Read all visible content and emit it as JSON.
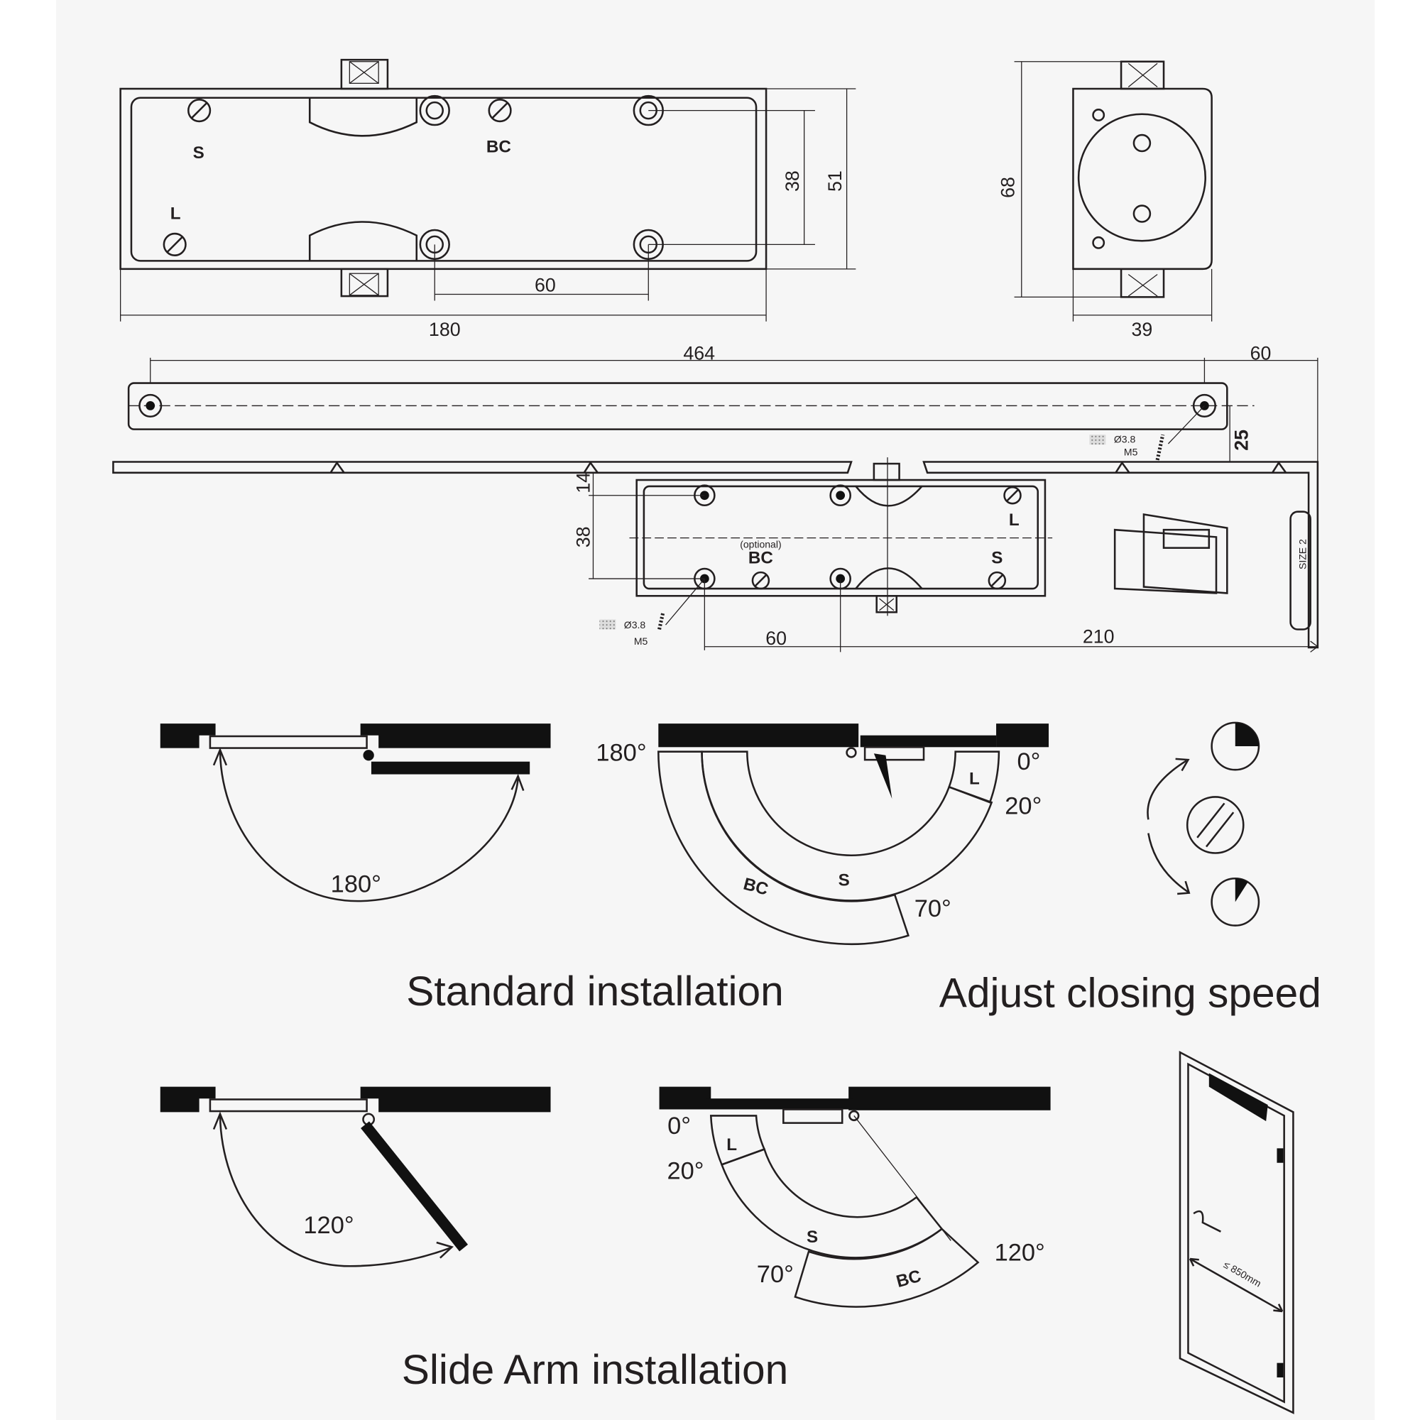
{
  "top_view": {
    "screw_s": "S",
    "screw_bc": "BC",
    "screw_l": "L",
    "dim_hole_spacing_v": "38",
    "dim_height": "51",
    "dim_hole_spacing_h": "60",
    "dim_length": "180"
  },
  "side_view": {
    "dim_height": "68",
    "dim_width": "39"
  },
  "arm": {
    "dim_length": "464",
    "dim_offset": "60",
    "dim_drop": "25",
    "hole_dia": "Ø3.8",
    "thread": "M5"
  },
  "mount_view": {
    "dim_top": "14",
    "dim_spacing_v": "38",
    "optional_note": "(optional)",
    "screw_bc": "BC",
    "screw_l": "L",
    "screw_s": "S",
    "hole_dia": "Ø3.8",
    "thread": "M5",
    "dim_hole_spacing": "60",
    "dim_hinge": "210",
    "size_label": "SIZE 2"
  },
  "standard": {
    "title": "Standard installation",
    "opening_angle": "180°",
    "deg_180": "180°",
    "deg_0": "0°",
    "deg_20": "20°",
    "deg_70": "70°",
    "zone_bc": "BC",
    "zone_s": "S",
    "zone_l": "L"
  },
  "speed": {
    "title": "Adjust closing speed"
  },
  "slide_arm": {
    "title": "Slide Arm installation",
    "opening_angle": "120°",
    "deg_0": "0°",
    "deg_20": "20°",
    "deg_70": "70°",
    "deg_120": "120°",
    "zone_l": "L",
    "zone_s": "S",
    "zone_bc": "BC"
  },
  "door": {
    "max_width": "≤ 850mm"
  }
}
